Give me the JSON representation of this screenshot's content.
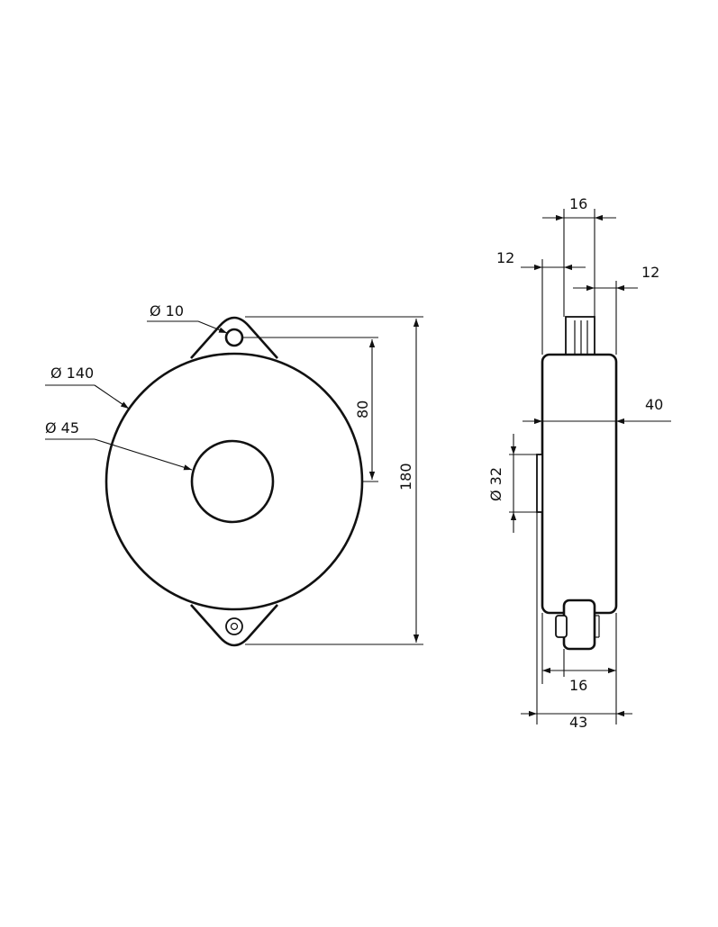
{
  "front_view": {
    "hole_diameter": "Ø 10",
    "outer_diameter": "Ø 140",
    "inner_diameter": "Ø 45",
    "hole_to_center": "80",
    "total_height": "180"
  },
  "side_view": {
    "top_knob_width": "16",
    "left_offset": "12",
    "right_offset": "12",
    "body_depth": "40",
    "flange_diameter": "Ø 32",
    "bottom_knob_width": "16",
    "total_depth": "43"
  }
}
